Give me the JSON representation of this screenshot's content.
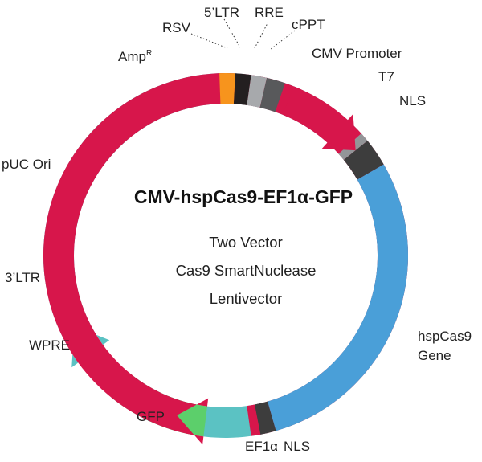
{
  "plasmid": {
    "name": "CMV-hspCas9-EF1α-GFP",
    "description": [
      "Two Vector",
      "Cas9 SmartNuclease",
      "Lentivector"
    ]
  },
  "features": [
    {
      "id": "rsv",
      "label": "RSV",
      "color": "#f7941d"
    },
    {
      "id": "5ltr",
      "label": "5’LTR",
      "color": "#231f20"
    },
    {
      "id": "rre",
      "label": "RRE",
      "color": "#a7a9ac"
    },
    {
      "id": "cppt",
      "label": "cPPT",
      "color": "#58595b"
    },
    {
      "id": "cmv-promoter",
      "label": "CMV Promoter",
      "color": "#d7164b"
    },
    {
      "id": "t7",
      "label": "T7",
      "color": "#939598"
    },
    {
      "id": "nls-top",
      "label": "NLS",
      "color": "#3d3d3d"
    },
    {
      "id": "hspcas9",
      "label": "hspCas9",
      "label2": "Gene",
      "color": "#4a9fd8"
    },
    {
      "id": "nls-bottom",
      "label": "NLS",
      "color": "#3d3d3d"
    },
    {
      "id": "ef1a",
      "label": "EF1α",
      "color": "#d7164b"
    },
    {
      "id": "gfp",
      "label": "GFP",
      "color": "#5ccf6b"
    },
    {
      "id": "wpre",
      "label": "WPRE",
      "color": "#5bc2c3"
    },
    {
      "id": "3ltr",
      "label": "3’LTR",
      "color": "#1f1f1f"
    },
    {
      "id": "puc-ori",
      "label": "pUC Ori",
      "color": "#6ecff6"
    },
    {
      "id": "ampr",
      "label": "Amp",
      "label_sup": "R",
      "color": "#3e5766"
    }
  ]
}
